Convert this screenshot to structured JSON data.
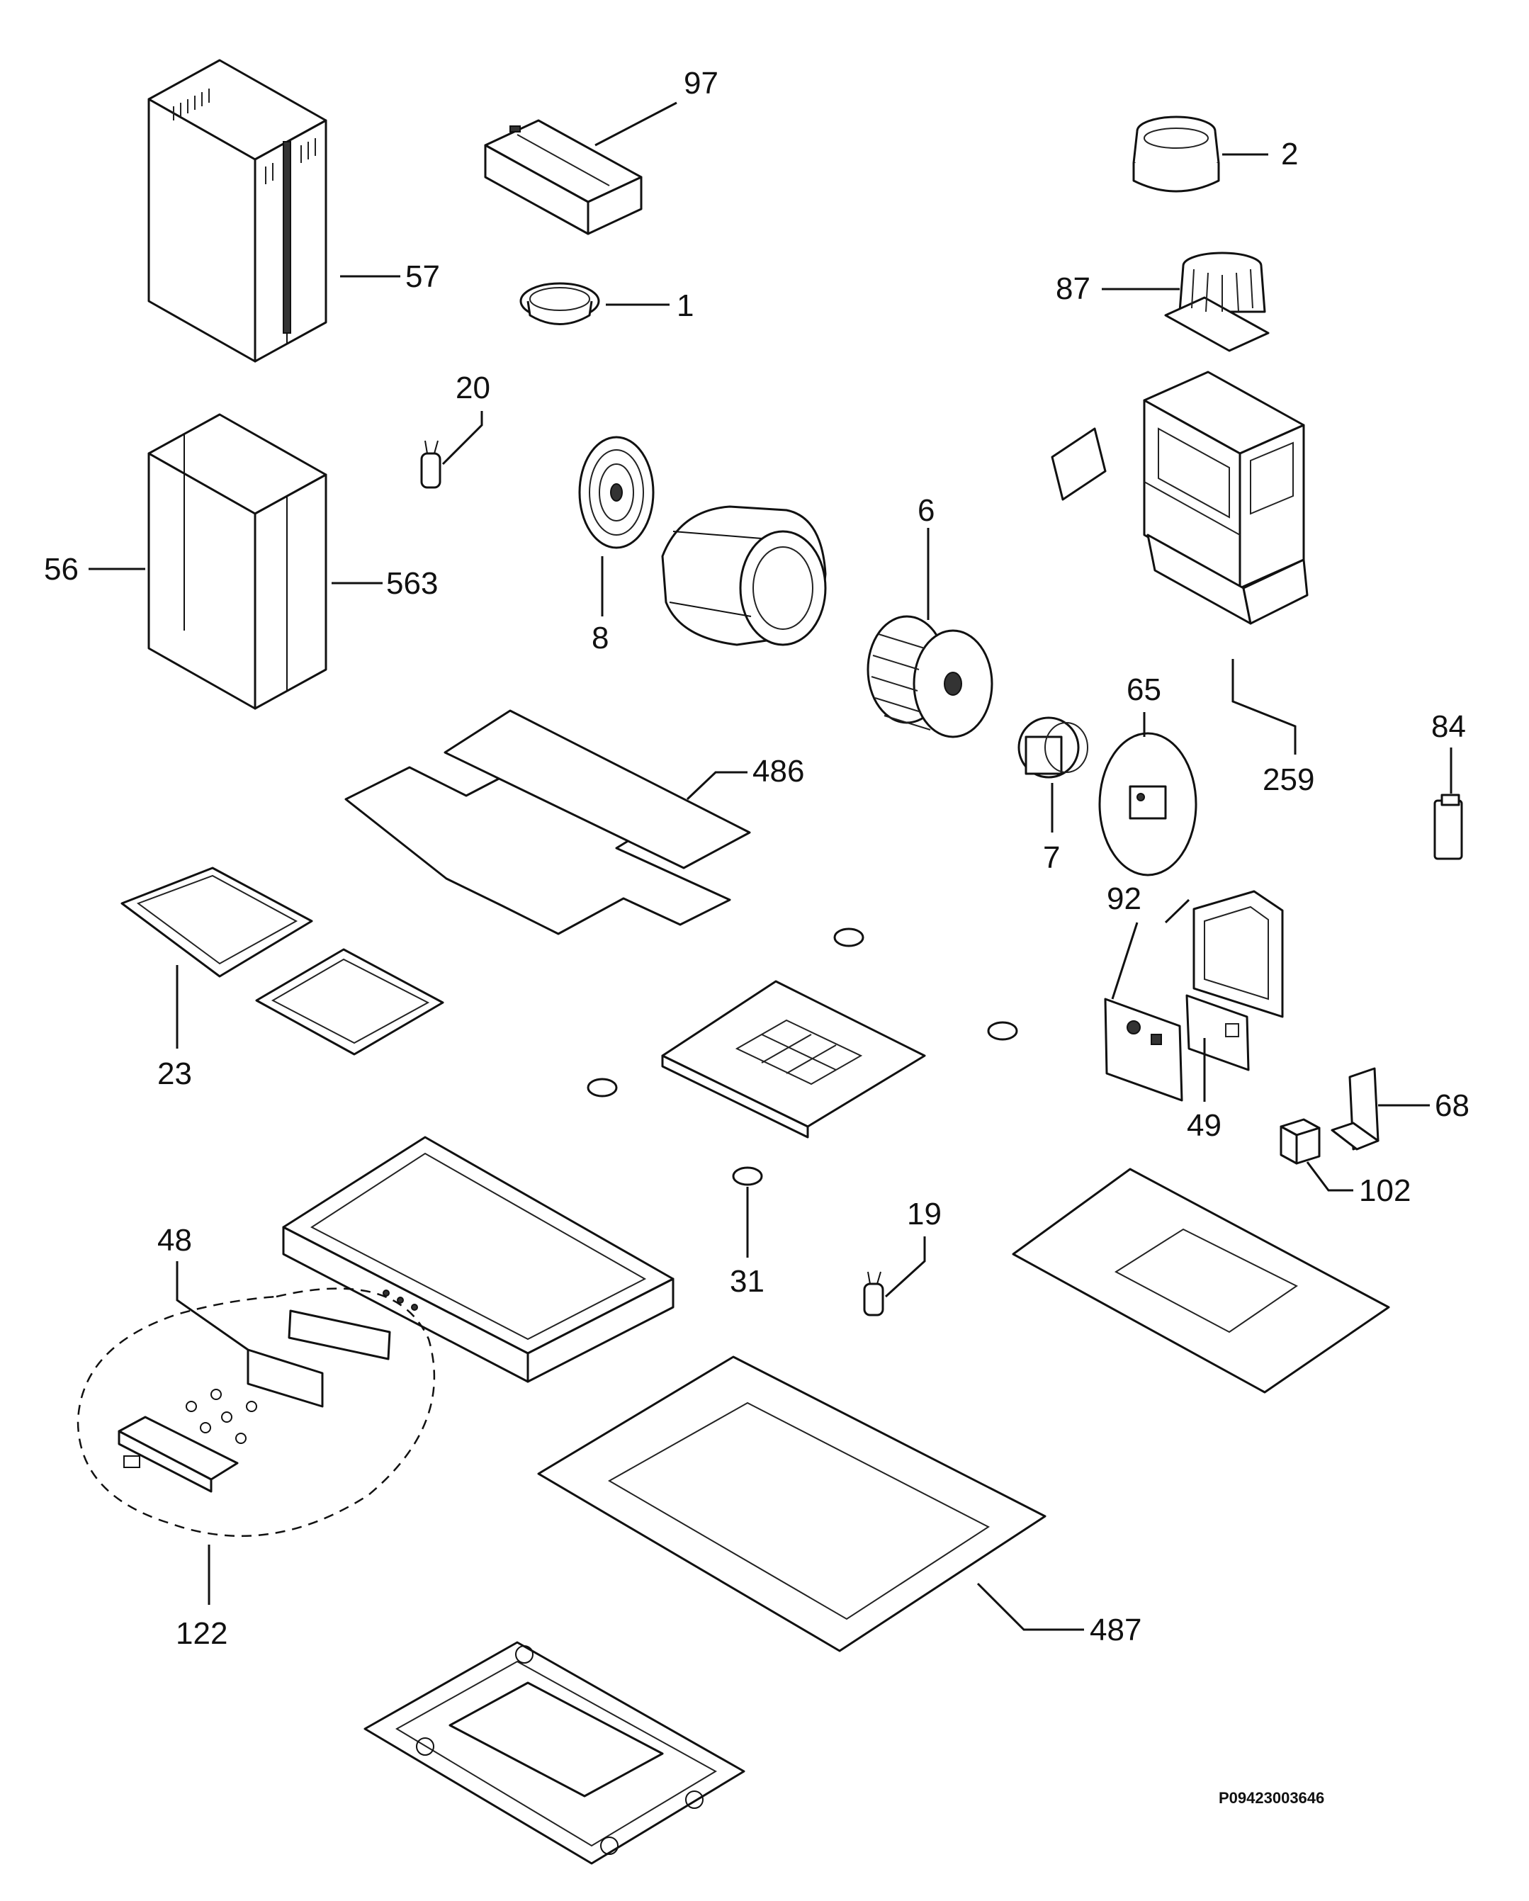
{
  "callouts": {
    "c97": "97",
    "c2": "2",
    "c57": "57",
    "c1": "1",
    "c87": "87",
    "c20": "20",
    "c6": "6",
    "c56": "56",
    "c563": "563",
    "c8": "8",
    "c65": "65",
    "c84": "84",
    "c486": "486",
    "c259": "259",
    "c7": "7",
    "c92": "92",
    "c23": "23",
    "c68": "68",
    "c49": "49",
    "c102": "102",
    "c48": "48",
    "c19": "19",
    "c31": "31",
    "c122": "122",
    "c487": "487"
  },
  "document_ref": "P09423003646"
}
